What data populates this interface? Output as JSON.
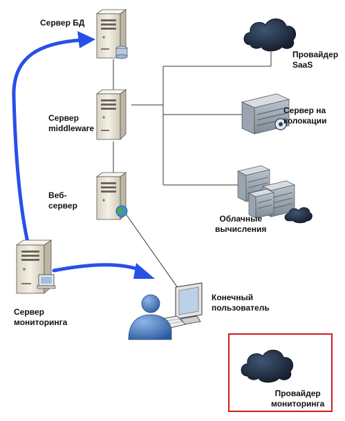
{
  "nodes": {
    "db_server": {
      "label": [
        "Сервер БД"
      ],
      "icon": "database-server-icon"
    },
    "middleware_server": {
      "label": [
        "Сервер",
        "middleware"
      ],
      "icon": "tower-server-icon"
    },
    "web_server": {
      "label": [
        "Веб-",
        "сервер"
      ],
      "icon": "web-server-icon"
    },
    "monitoring_server": {
      "label": [
        "Сервер",
        "мониторинга"
      ],
      "icon": "monitoring-server-icon"
    },
    "saas_provider": {
      "label": [
        "Провайдер",
        "SaaS"
      ],
      "icon": "cloud-icon"
    },
    "colocation_server": {
      "label": [
        "Сервер на",
        "колокации"
      ],
      "icon": "rack-server-icon"
    },
    "cloud_computing": {
      "label": [
        "Облачные",
        "вычисления"
      ],
      "icon": "server-cluster-cloud-icon"
    },
    "end_user": {
      "label": [
        "Конечный",
        "пользователь"
      ],
      "icon": "user-at-workstation-icon"
    },
    "monitoring_provider": {
      "label": [
        "Провайдер",
        "мониторинга"
      ],
      "icon": "cloud-icon"
    }
  },
  "colors": {
    "arrow": "#2850e8",
    "connector": "#333333",
    "highlight_border": "#d11a1a",
    "cloud": "#1e2d44",
    "server_body": "#e9e4d6",
    "user_figure": "#3a6fb5"
  }
}
